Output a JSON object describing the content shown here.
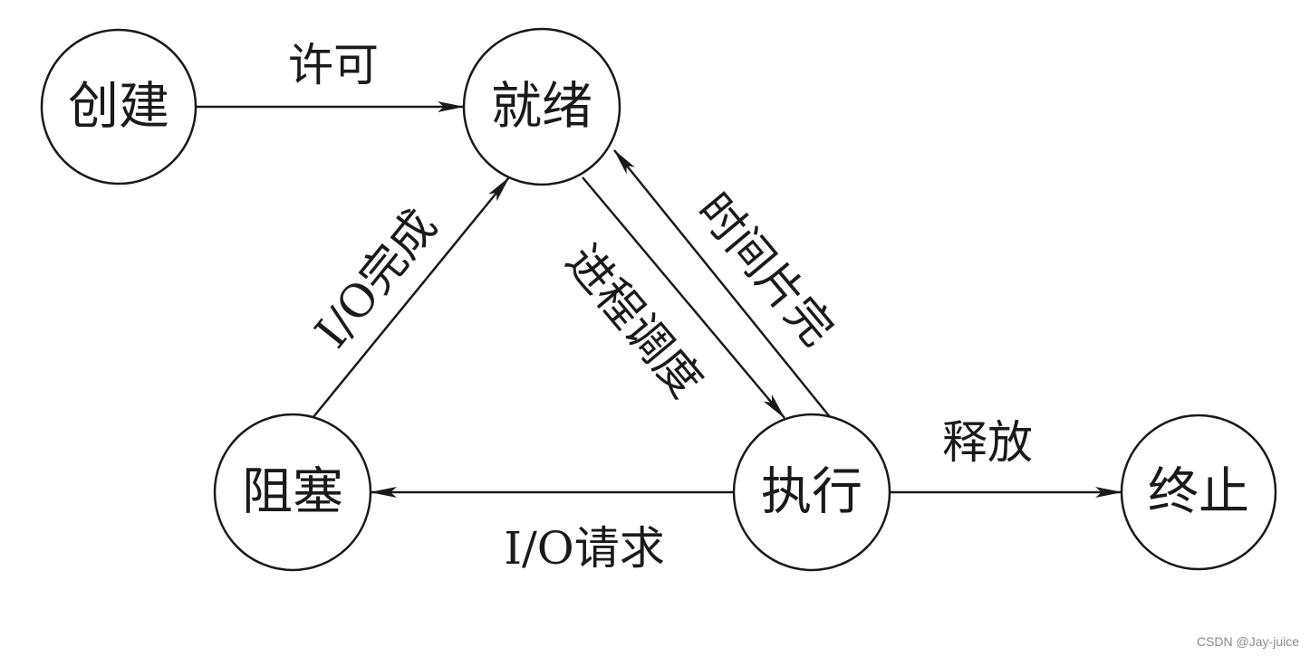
{
  "states": {
    "create": "创建",
    "ready": "就绪",
    "blocked": "阻塞",
    "running": "执行",
    "terminated": "终止"
  },
  "transitions": {
    "admit": "许可",
    "io_complete": "I/O完成",
    "dispatch": "进程调度",
    "timeout": "时间片完",
    "release": "释放",
    "io_request": "I/O请求"
  },
  "watermark": "CSDN @Jay-juice",
  "colors": {
    "stroke": "#1a1a1a",
    "background": "#ffffff"
  }
}
